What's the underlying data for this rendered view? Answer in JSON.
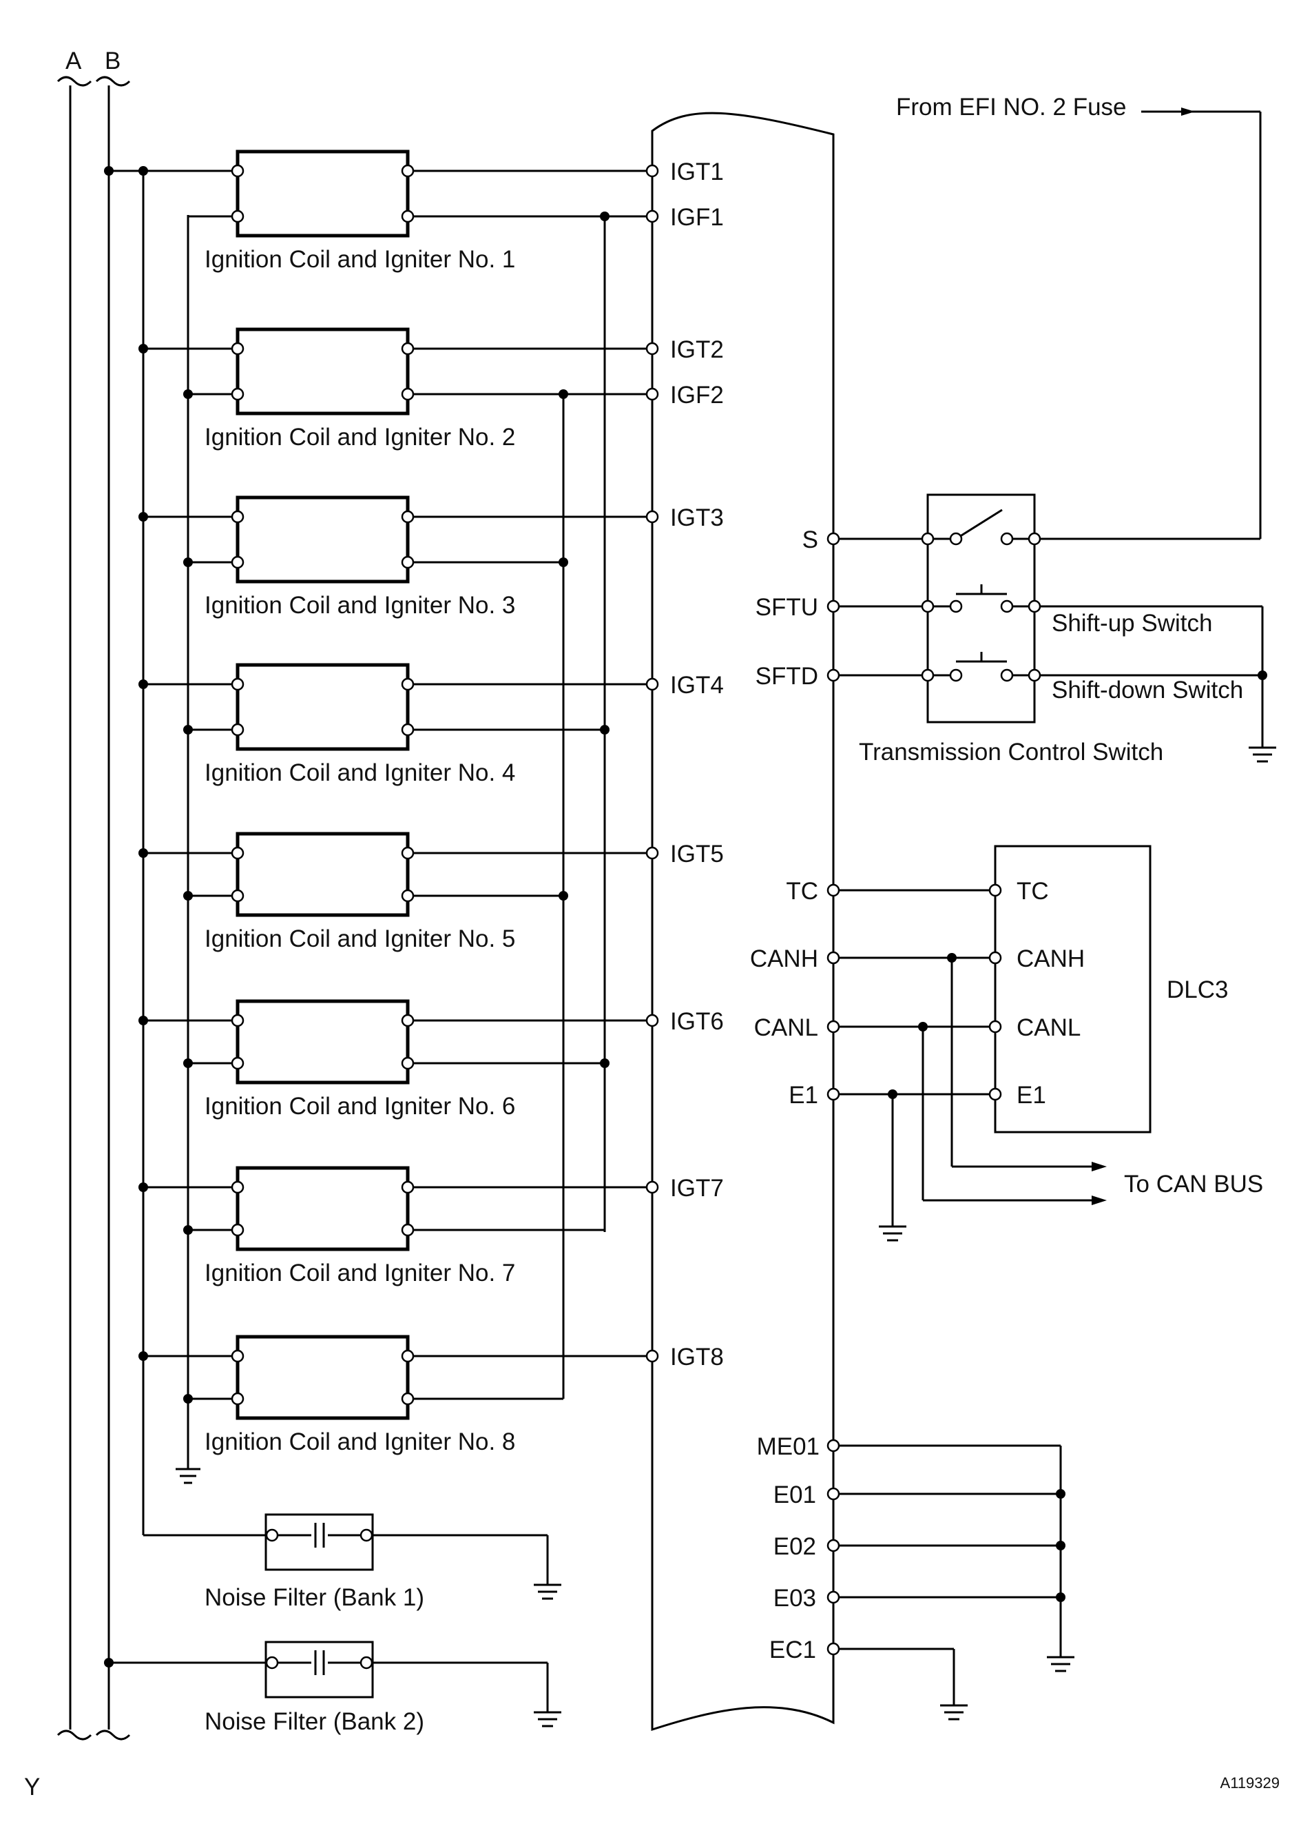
{
  "bus_labels": {
    "a": "A",
    "b": "B"
  },
  "figure_letter": "Y",
  "figure_code": "A119329",
  "coils": [
    {
      "label": "Ignition Coil and Igniter No. 1",
      "igt": "IGT1",
      "igf": "IGF1"
    },
    {
      "label": "Ignition Coil and Igniter No. 2",
      "igt": "IGT2",
      "igf": "IGF2"
    },
    {
      "label": "Ignition Coil and Igniter No. 3",
      "igt": "IGT3",
      "igf": ""
    },
    {
      "label": "Ignition Coil and Igniter No. 4",
      "igt": "IGT4",
      "igf": ""
    },
    {
      "label": "Ignition Coil and Igniter No. 5",
      "igt": "IGT5",
      "igf": ""
    },
    {
      "label": "Ignition Coil and Igniter No. 6",
      "igt": "IGT6",
      "igf": ""
    },
    {
      "label": "Ignition Coil and Igniter No. 7",
      "igt": "IGT7",
      "igf": ""
    },
    {
      "label": "Ignition Coil and Igniter No. 8",
      "igt": "IGT8",
      "igf": ""
    }
  ],
  "noise_filters": [
    "Noise Filter (Bank 1)",
    "Noise Filter (Bank 2)"
  ],
  "fuse_label": "From EFI NO. 2 Fuse",
  "trans_switch": {
    "pins": [
      "S",
      "SFTU",
      "SFTD"
    ],
    "shift_up": "Shift-up Switch",
    "shift_down": "Shift-down Switch",
    "title": "Transmission Control Switch"
  },
  "dlc3": {
    "ecm_pins": [
      "TC",
      "CANH",
      "CANL",
      "E1"
    ],
    "pins": [
      "TC",
      "CANH",
      "CANL",
      "E1"
    ],
    "title": "DLC3",
    "can_bus": "To CAN BUS"
  },
  "ground_pins": [
    "ME01",
    "E01",
    "E02",
    "E03",
    "EC1"
  ]
}
